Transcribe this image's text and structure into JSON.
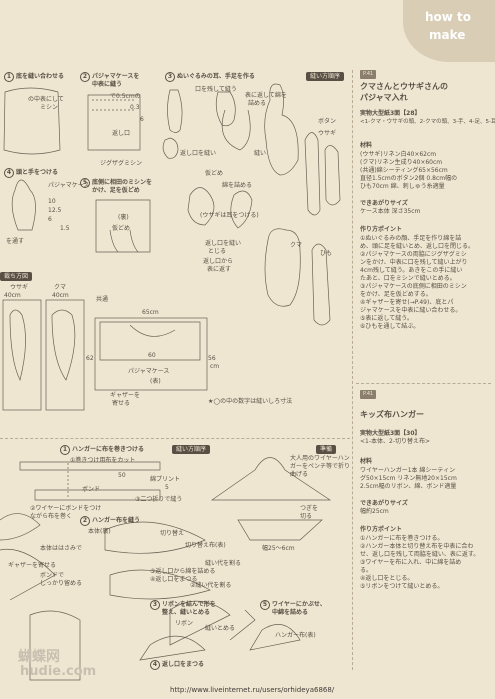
{
  "header": {
    "badge_line1": "how to",
    "badge_line2": "make"
  },
  "left_top": {
    "step1": "底を縫い合わせる",
    "step2_a": "パジャマケースを",
    "step2_b": "中表に縫う",
    "step3": "ぬいぐるみの耳、手足を作る",
    "step4": "頭と手をつける",
    "step5_a": "底側に相田のミシンを",
    "step5_b": "かけ、足を仮どめ",
    "sewing_tag": "縫い方順序",
    "notes": [
      "の中表にして",
      "ミシン",
      "で0.5cmの",
      "返し口",
      "ジグザグミシン",
      "パジャマケース",
      "口を残して縫う",
      "表に返して綿を",
      "詰める",
      "返し口を縫い",
      "仮どめ",
      "綿を詰める",
      "(ウサギは耳をつける)",
      "返し口を縫い",
      "とじる",
      "返し口から",
      "表に返す",
      "仮どめ",
      "10",
      "12.5",
      "6",
      "1.5",
      "0.3",
      "6",
      "を通す",
      "(裏)"
    ],
    "section_label": "裁ち方図",
    "dims": [
      "40cm",
      "40cm",
      "クマ",
      "ウサギ",
      "65cm",
      "共通",
      "56",
      "60",
      "62",
      "パジャマケース",
      "ギャザーを",
      "寄せる",
      "(表)",
      "cm"
    ],
    "note_bottom": "★◯の中の数字は縫いしろ寸法"
  },
  "pajama": {
    "pnum": "P.41",
    "title_a": "クマさんとウサギさんの",
    "title_b": "パジャマ入れ",
    "pattern_head": "実物大型紙3面【28】",
    "pattern_body": "<1-クマ・ウサギの頭、2-クマの頭、3-手、4-足、5-耳>",
    "materials_head": "材料",
    "materials": [
      "(ウサギ)リネン白40×62cm",
      "(クマ)リネン生成り40×60cm",
      "(共通)綿シーティング65×56cm",
      "直径1.5cmのボタン2個 0.8cm幅の",
      "ひも70cm 綿、刺しゅう糸適量"
    ],
    "size_head": "できあがりサイズ",
    "size": "ケース本体 深さ35cm",
    "points_head": "作り方ポイント",
    "points": [
      "①ぬいぐるみの顔、手足を作り綿を詰",
      "め、頭に足を縫いとめ、返し口を閉じる。",
      "②パジャマケースの両脇にジグザグミシ",
      "ンをかけ、中表に口を残して縫い上がり",
      "4cm残して縫う。あきをこの手に縫い",
      "たあと、口をミシンで縫いとめる。",
      "③パジャマケースの底側に相田のミシン",
      "をかけ、足を仮どめする。",
      "④ギャザーを寄せ(→P.49)、底とパ",
      "ジャマケースを中表に縫い合わせる。",
      "⑤表に返して縫う。",
      "⑥ひもを通して結ぶ。"
    ],
    "labels": [
      "クマ",
      "ウサギ",
      "ボタン",
      "縫い",
      "ひも"
    ]
  },
  "hanger": {
    "pnum": "P.41",
    "title": "キッズ布ハンガー",
    "pattern_head": "実物大型紙3面【30】",
    "pattern_body": "<1-本体、2-切り替え布>",
    "materials_head": "材料",
    "materials": [
      "ワイヤーハンガー1本 綿シーティン",
      "グ50×15cm リネン無地20×15cm",
      "2.5cm幅のリボン、綿、ボンド適量"
    ],
    "size_head": "できあがりサイズ",
    "size": "幅約25cm",
    "points_head": "作り方ポイント",
    "points": [
      "①ハンガーに布を巻きつける。",
      "②ハンガー本体と切り替え布を中表に合わ",
      "せ、返し口を残して両脇を縫い、表に返す。",
      "③ワイヤーを布に入れ、中に綿を詰め",
      "る。",
      "④返し口をとじる。",
      "⑤リボンをつけて縫いとめる。"
    ]
  },
  "left_bottom": {
    "step1": "ハンガーに布を巻きつける",
    "sewing_tag": "縫い方順序",
    "prep_tag": "準備",
    "step2": "ハンガー布を縫う",
    "step3_a": "リボンを結んで形を",
    "step3_b": "整え、縫いとめる",
    "step4": "返し口をまつる",
    "step5_a": "ワイヤーにかぶせ、",
    "step5_b": "中綿を詰める",
    "notes": [
      "①巻きつけ用布をカット",
      "②ワイヤーにボンドをつけ",
      "ながら布を巻く",
      "③二つ折りで縫う",
      "本体(裏)",
      "切り替え布(表)",
      "③返し口から綿を詰める",
      "④返し口をまつる",
      "②縫い代を割る",
      "リボン",
      "ハンガー布(表)",
      "大人用のワイヤーハン",
      "ガーをペンチ等で折り",
      "曲げる",
      "幅25〜6cm",
      "つぎを",
      "切る",
      "綿プリント",
      "ボンド",
      "50",
      "5",
      "切り替え",
      "縫い代を割る",
      "縫いとめる",
      "ギャザーを寄せる",
      "本体ははさみで",
      "ボンドで",
      "しっかり留める"
    ]
  },
  "footer": {
    "url": "http://www.liveinternet.ru/users/orhideya6868/",
    "wm1": "蝴蝶网",
    "wm2": "hudie.com"
  }
}
